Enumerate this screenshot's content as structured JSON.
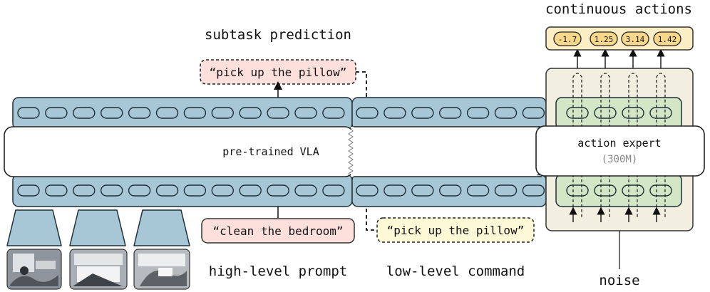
{
  "labels": {
    "subtask_prediction": "subtask prediction",
    "continuous_actions": "continuous actions",
    "high_level_prompt": "high-level prompt",
    "low_level_command": "low-level command",
    "noise": "noise"
  },
  "vla": {
    "title": "pre-trained VLA"
  },
  "action_expert": {
    "title": "action expert",
    "size": "(300M)"
  },
  "prompts": {
    "predicted_subtask": "“pick up the pillow”",
    "high_level": "“clean the bedroom”",
    "low_level": "“pick up the pillow”"
  },
  "actions": [
    "-1.7",
    "1.25",
    "3.14",
    "1.42"
  ],
  "colors": {
    "token_bar": "#a7c7d6",
    "token_stroke": "#1f2f38",
    "expert_panel": "#f3efe0",
    "expert_tokens": "#d3e6c6",
    "action_box": "#fbeec4",
    "action_pill": "#f7d78a",
    "pink_box": "#fde0dc",
    "yellow_box": "#fdf8d6"
  },
  "icons": [
    "camera-image-1",
    "camera-image-2",
    "camera-image-3"
  ]
}
